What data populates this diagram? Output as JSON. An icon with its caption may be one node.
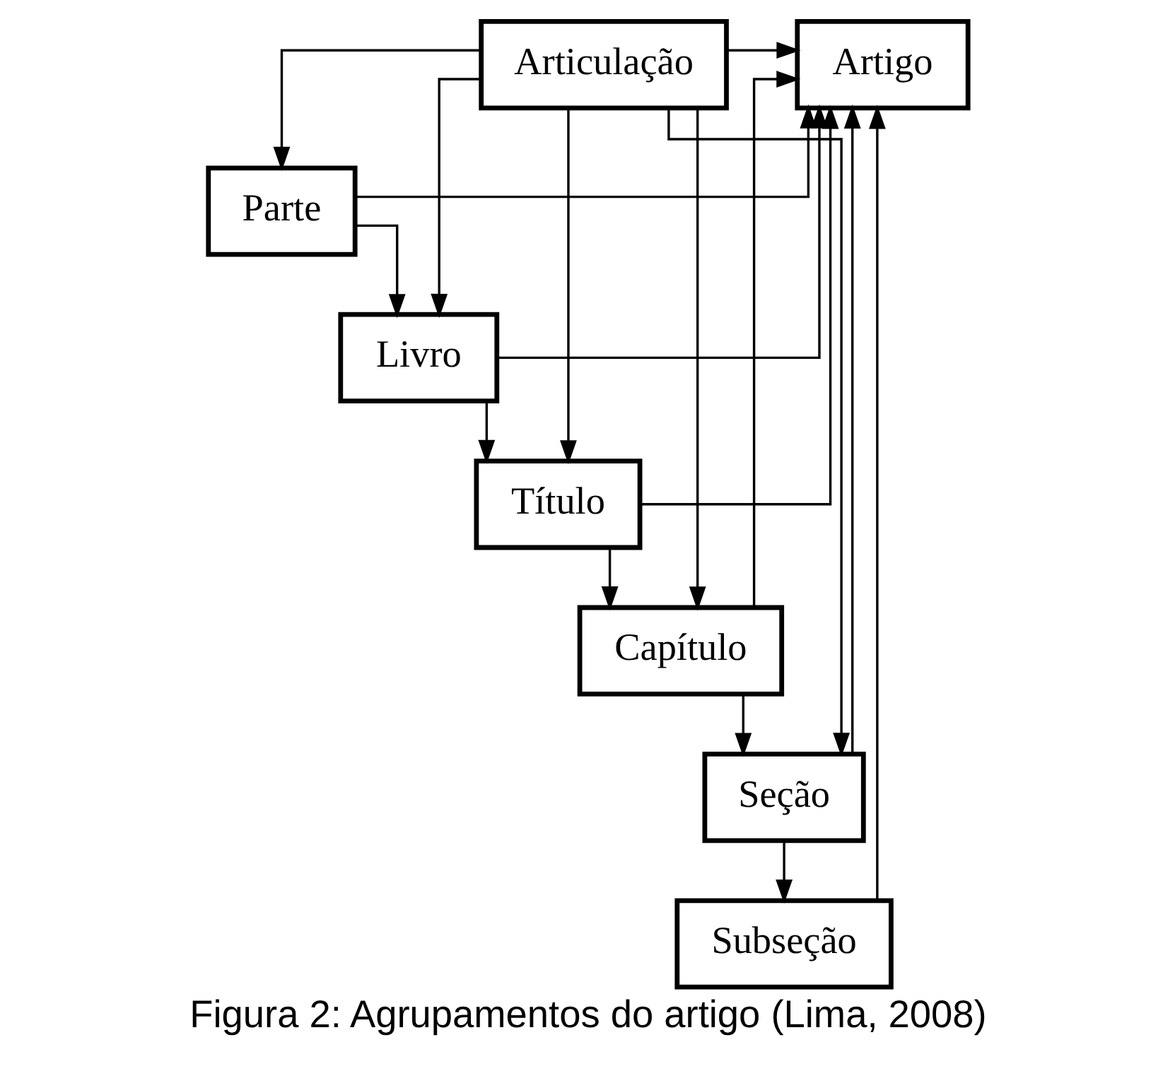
{
  "diagram": {
    "caption": "Figura 2: Agrupamentos do artigo (Lima, 2008)",
    "nodes": [
      {
        "text": [
          "Articulação"
        ]
      },
      {
        "text": [
          "Artigo"
        ]
      },
      {
        "text": [
          "Parte"
        ]
      },
      {
        "text": [
          "Livro"
        ]
      },
      {
        "text": [
          "Título"
        ]
      },
      {
        "text": [
          "Capítulo"
        ]
      },
      {
        "text": [
          "Seção"
        ]
      },
      {
        "text": [
          "Subseção"
        ]
      }
    ],
    "edges": [
      {
        "from": 0,
        "to": 1,
        "arrow": "to"
      },
      {
        "from": 0,
        "to": 2,
        "arrow": "to"
      },
      {
        "from": 0,
        "to": 3,
        "arrow": "to"
      },
      {
        "from": 0,
        "to": 4,
        "arrow": "to"
      },
      {
        "from": 0,
        "to": 5,
        "arrow": "to"
      },
      {
        "from": 0,
        "to": 6,
        "arrow": "to"
      },
      {
        "from": 2,
        "to": 3,
        "arrow": "to"
      },
      {
        "from": 3,
        "to": 4,
        "arrow": "to"
      },
      {
        "from": 4,
        "to": 5,
        "arrow": "to"
      },
      {
        "from": 5,
        "to": 6,
        "arrow": "to"
      },
      {
        "from": 6,
        "to": 7,
        "arrow": "to"
      },
      {
        "from": 2,
        "to": 1,
        "arrow": "to"
      },
      {
        "from": 3,
        "to": 1,
        "arrow": "to"
      },
      {
        "from": 4,
        "to": 1,
        "arrow": "to"
      },
      {
        "from": 5,
        "to": 1,
        "arrow": "to"
      },
      {
        "from": 6,
        "to": 1,
        "arrow": "to"
      },
      {
        "from": 7,
        "to": 1,
        "arrow": "to"
      }
    ]
  }
}
